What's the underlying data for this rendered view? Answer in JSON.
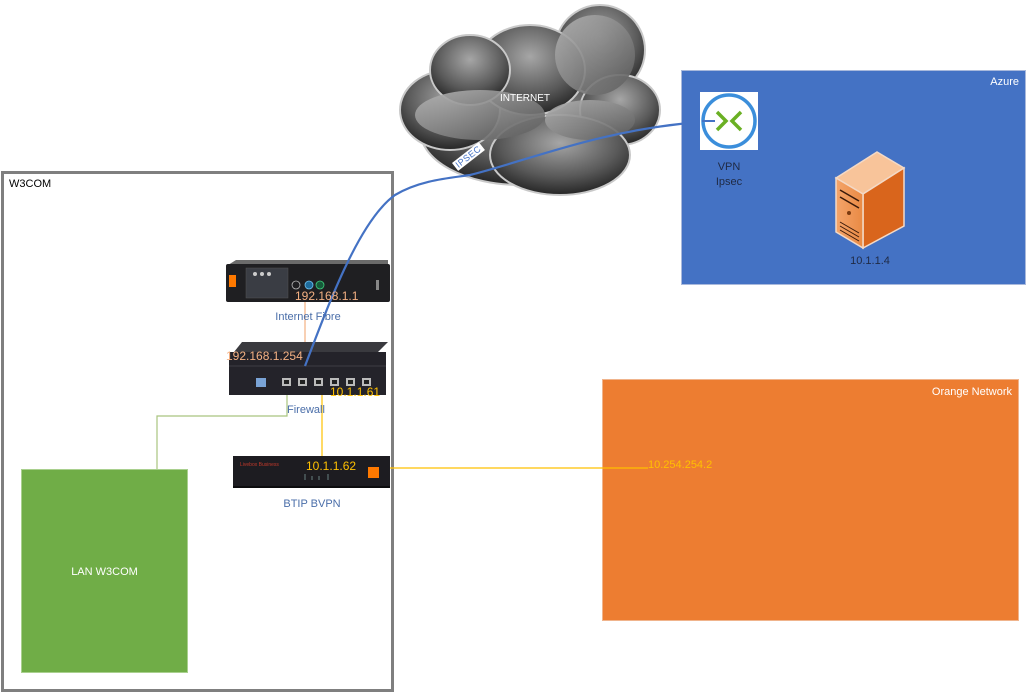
{
  "zones": {
    "w3com": {
      "title": "W3COM"
    },
    "azure": {
      "title": "Azure",
      "color": "#4472c4"
    },
    "orange": {
      "title": "Orange Network",
      "color": "#ed7d31"
    },
    "lan": {
      "title": "LAN W3COM",
      "color": "#70ad47"
    }
  },
  "cloud": {
    "label": "INTERNET"
  },
  "tunnel": {
    "label": "IPSEC",
    "color": "#4472c4"
  },
  "devices": {
    "internet_box": {
      "label": "Internet Fibre",
      "ip": "192.168.1.1"
    },
    "firewall": {
      "label": "Firewall",
      "ip_wan": "192.168.1.254",
      "ip_lan": "10.1.1.61"
    },
    "btip": {
      "label": "BTIP BVPN",
      "ip": "10.1.1.62",
      "brand": "Livebox Business"
    },
    "azure_vpn": {
      "label_line1": "VPN",
      "label_line2": "Ipsec"
    },
    "azure_server": {
      "ip": "10.1.1.4"
    },
    "orange_endpoint": {
      "ip": "10.254.254.2"
    }
  },
  "link_colors": {
    "wan": "#f4b183",
    "bvpn": "#ffc000",
    "lan": "#a9c47f"
  }
}
